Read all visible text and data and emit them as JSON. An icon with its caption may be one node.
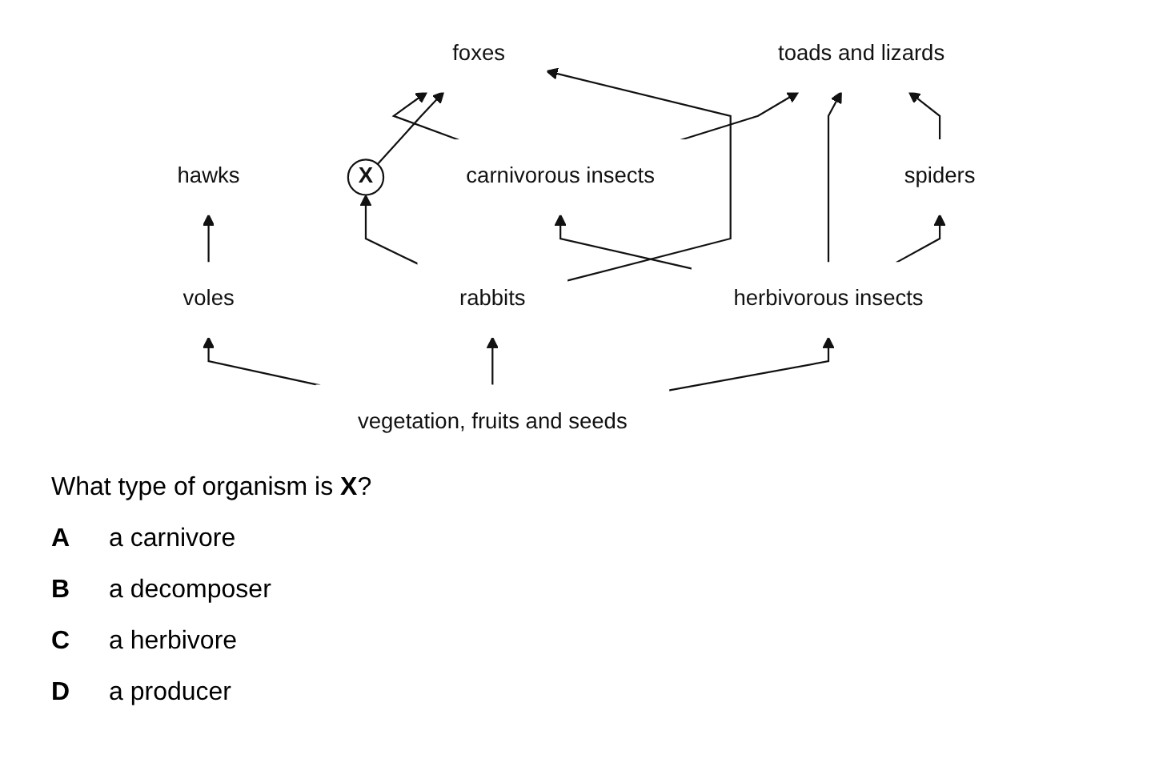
{
  "diagram": {
    "nodes": [
      {
        "text": [
          "foxes"
        ]
      },
      {
        "text": [
          "hawks"
        ]
      },
      {
        "text": [
          "carnivorous insects"
        ]
      },
      {
        "text": [
          "toads and lizards"
        ]
      },
      {
        "text": [
          "X"
        ]
      },
      {
        "text": [
          "spiders"
        ]
      },
      {
        "text": [
          "herbivorous insects"
        ]
      },
      {
        "text": [
          "voles"
        ]
      },
      {
        "text": [
          "rabbits"
        ]
      },
      {
        "text": [
          "vegetation, fruits and seeds"
        ]
      }
    ],
    "edges": [
      {
        "from": 2,
        "to": 0,
        "arrow": "to"
      },
      {
        "from": 2,
        "to": 3,
        "arrow": "to"
      },
      {
        "from": 6,
        "to": 2,
        "arrow": "to"
      },
      {
        "from": 6,
        "to": 3,
        "arrow": "to"
      },
      {
        "from": 6,
        "to": 5,
        "arrow": "to"
      },
      {
        "from": 5,
        "to": 3,
        "arrow": "to"
      },
      {
        "from": 9,
        "to": 6,
        "arrow": "to"
      },
      {
        "from": 9,
        "to": 7,
        "arrow": "to"
      },
      {
        "from": 9,
        "to": 8,
        "arrow": "to"
      },
      {
        "from": 7,
        "to": 1,
        "arrow": "to"
      },
      {
        "from": 8,
        "to": 4,
        "arrow": "to"
      },
      {
        "from": 4,
        "to": 0,
        "arrow": "to"
      },
      {
        "from": 8,
        "to": 0,
        "arrow": "to"
      }
    ],
    "labels": [
      "What type of organism is **X**?",
      "A",
      "a carnivore",
      "B",
      "a decomposer",
      "C",
      "a herbivore",
      "D",
      "a producer"
    ]
  }
}
